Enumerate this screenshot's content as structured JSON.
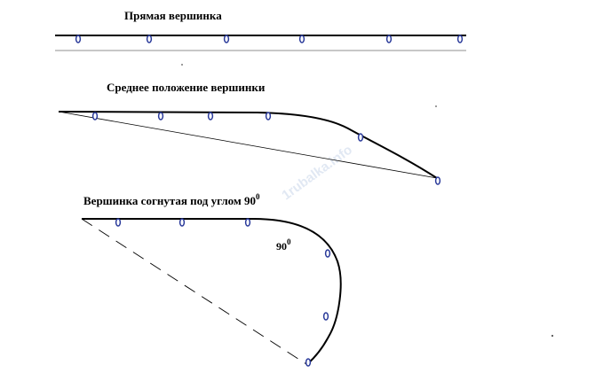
{
  "diagram": {
    "section_straight": {
      "title": "Прямая вершинка"
    },
    "section_middle": {
      "title": "Среднее положение вершинки"
    },
    "section_bent": {
      "title_main": "Вершинка согнутая под углом 90",
      "title_superscript": "0",
      "angle_label_main": "90",
      "angle_label_superscript": "0"
    },
    "watermark": "1rubalka.info",
    "colors": {
      "rod": "#000000",
      "ring_outline": "#2a3a9a",
      "watermark": "#c9d7ea"
    }
  }
}
